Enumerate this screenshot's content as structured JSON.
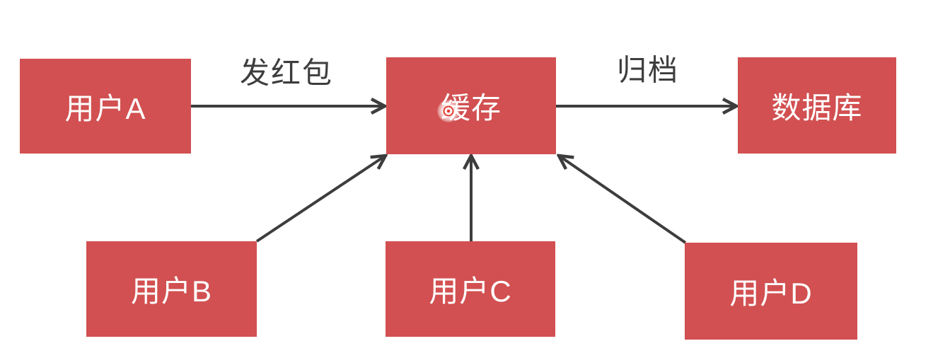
{
  "diagram": {
    "type": "flow-diagram",
    "colors": {
      "node_fill": "#d25051",
      "node_text": "#ffffff",
      "arrow": "#3d3d3d",
      "edge_label_text": "#3d3d3d",
      "background": "#ffffff",
      "click_indicator": "#e23b2e"
    },
    "nodes": {
      "user_a": {
        "label": "用户A"
      },
      "cache": {
        "label": "缓存"
      },
      "database": {
        "label": "数据库"
      },
      "user_b": {
        "label": "用户B"
      },
      "user_c": {
        "label": "用户C"
      },
      "user_d": {
        "label": "用户D"
      }
    },
    "edges": [
      {
        "from": "用户A",
        "to": "缓存",
        "label": "发红包"
      },
      {
        "from": "缓存",
        "to": "数据库",
        "label": "归档"
      },
      {
        "from": "用户B",
        "to": "缓存",
        "label": ""
      },
      {
        "from": "用户C",
        "to": "缓存",
        "label": ""
      },
      {
        "from": "用户D",
        "to": "缓存",
        "label": ""
      }
    ]
  }
}
